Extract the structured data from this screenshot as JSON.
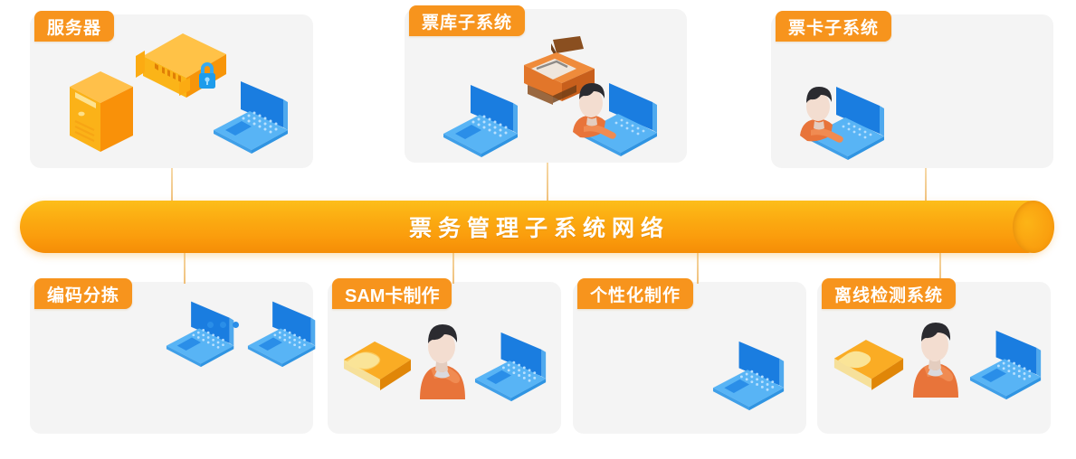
{
  "diagram": {
    "bus": {
      "label": "票务管理子系统网络",
      "color": "#f9a40c"
    },
    "colors": {
      "tab_orange": "#f7941d",
      "panel_gray": "#f4f4f4",
      "laptop_screen_blue": "#1a7de0",
      "laptop_base_blue": "#58b4f5",
      "server_orange": "#f9a01b",
      "printer_orange": "#e2762a",
      "connector_line": "#f0c07a",
      "page_background": "#ffffff"
    },
    "top_panels": [
      {
        "label": "服务器",
        "icons": [
          "server-tower-icon",
          "rack-server-icon",
          "lock-icon",
          "laptop-icon"
        ]
      },
      {
        "label": "票库子系统",
        "icons": [
          "laptop-icon",
          "printer-icon",
          "person-at-laptop-icon"
        ]
      },
      {
        "label": "票卡子系统",
        "icons": [
          "person-at-laptop-icon"
        ]
      }
    ],
    "bottom_panels": [
      {
        "label": "编码分拣",
        "icons": [
          "laptop-icon",
          "ellipsis-dots-icon",
          "laptop-icon"
        ]
      },
      {
        "label": "SAM卡制作",
        "icons": [
          "card-device-icon",
          "person-icon",
          "laptop-icon"
        ]
      },
      {
        "label": "个性化制作",
        "icons": [
          "laptop-icon"
        ]
      },
      {
        "label": "离线检测系统",
        "icons": [
          "card-device-icon",
          "person-icon",
          "laptop-icon"
        ]
      }
    ]
  }
}
